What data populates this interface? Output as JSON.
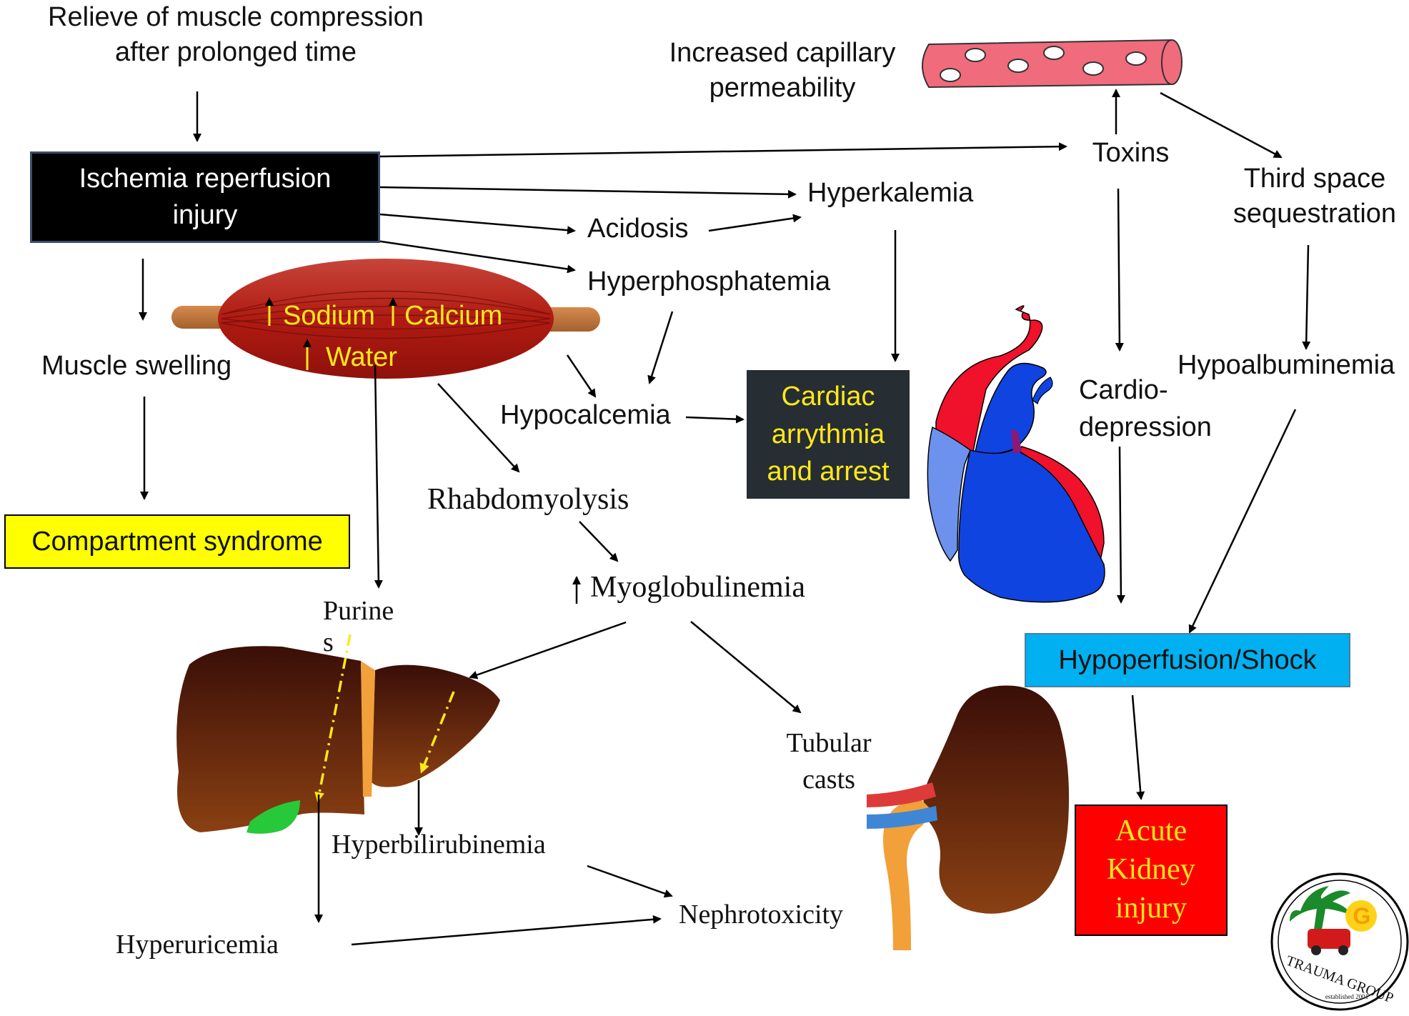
{
  "nodes": {
    "relieve": "Relieve of muscle compression\nafter prolonged time",
    "ischemia": "Ischemia reperfusion\ninjury",
    "capillary": "Increased capillary\npermeability",
    "toxins": "Toxins",
    "third_space": "Third space\nsequestration",
    "hyperkalemia": "Hyperkalemia",
    "acidosis": "Acidosis",
    "hyperphosphatemia": "Hyperphosphatemia",
    "muscle_swelling": "Muscle swelling",
    "hypocalcemia": "Hypocalcemia",
    "cardiac": "Cardiac\narrythmia\nand arrest",
    "cardiodepression": "Cardio-\ndepression",
    "hypoalbuminemia": "Hypoalbuminemia",
    "compartment": "Compartment syndrome",
    "rhabdo": "Rhabdomyolysis",
    "myoglobulinemia": "Myoglobulinemia",
    "purines": "Purine\ns",
    "hypoperfusion": "Hypoperfusion/Shock",
    "tubular_casts": "Tubular\ncasts",
    "hyperbilirubinemia": "Hyperbilirubinemia",
    "acute_kidney": "Acute\nKidney\ninjury",
    "nephrotoxicity": "Nephrotoxicity",
    "hyperuricemia": "Hyperuricemia"
  },
  "muscle_labels": {
    "sodium": "Sodium",
    "calcium": "Calcium",
    "water": "Water"
  },
  "logo": {
    "text": "TRAUMA GROUP",
    "sub": "established 2001",
    "letter": "G"
  },
  "colors": {
    "dark_box": "#000000",
    "cardiac_box": "#262d33",
    "compartment_box": "#ffff00",
    "hypoperfusion_box": "#00b0f0",
    "aki_box": "#ff0000",
    "highlight_text": "#ffe81a"
  }
}
